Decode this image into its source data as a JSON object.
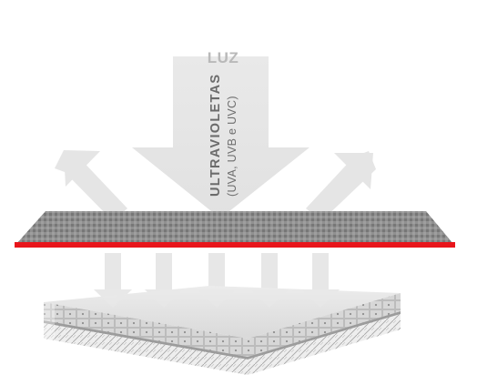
{
  "labels": {
    "light": "LUZ",
    "uv_title": "ULTRAVIOLETAS",
    "uv_types": "(UVA, UVB e UVC)"
  },
  "colors": {
    "filter_edge": "#e8151b",
    "arrows": "#e4e4e4",
    "fabric": "#858585",
    "skin": "#e2e2e2"
  }
}
